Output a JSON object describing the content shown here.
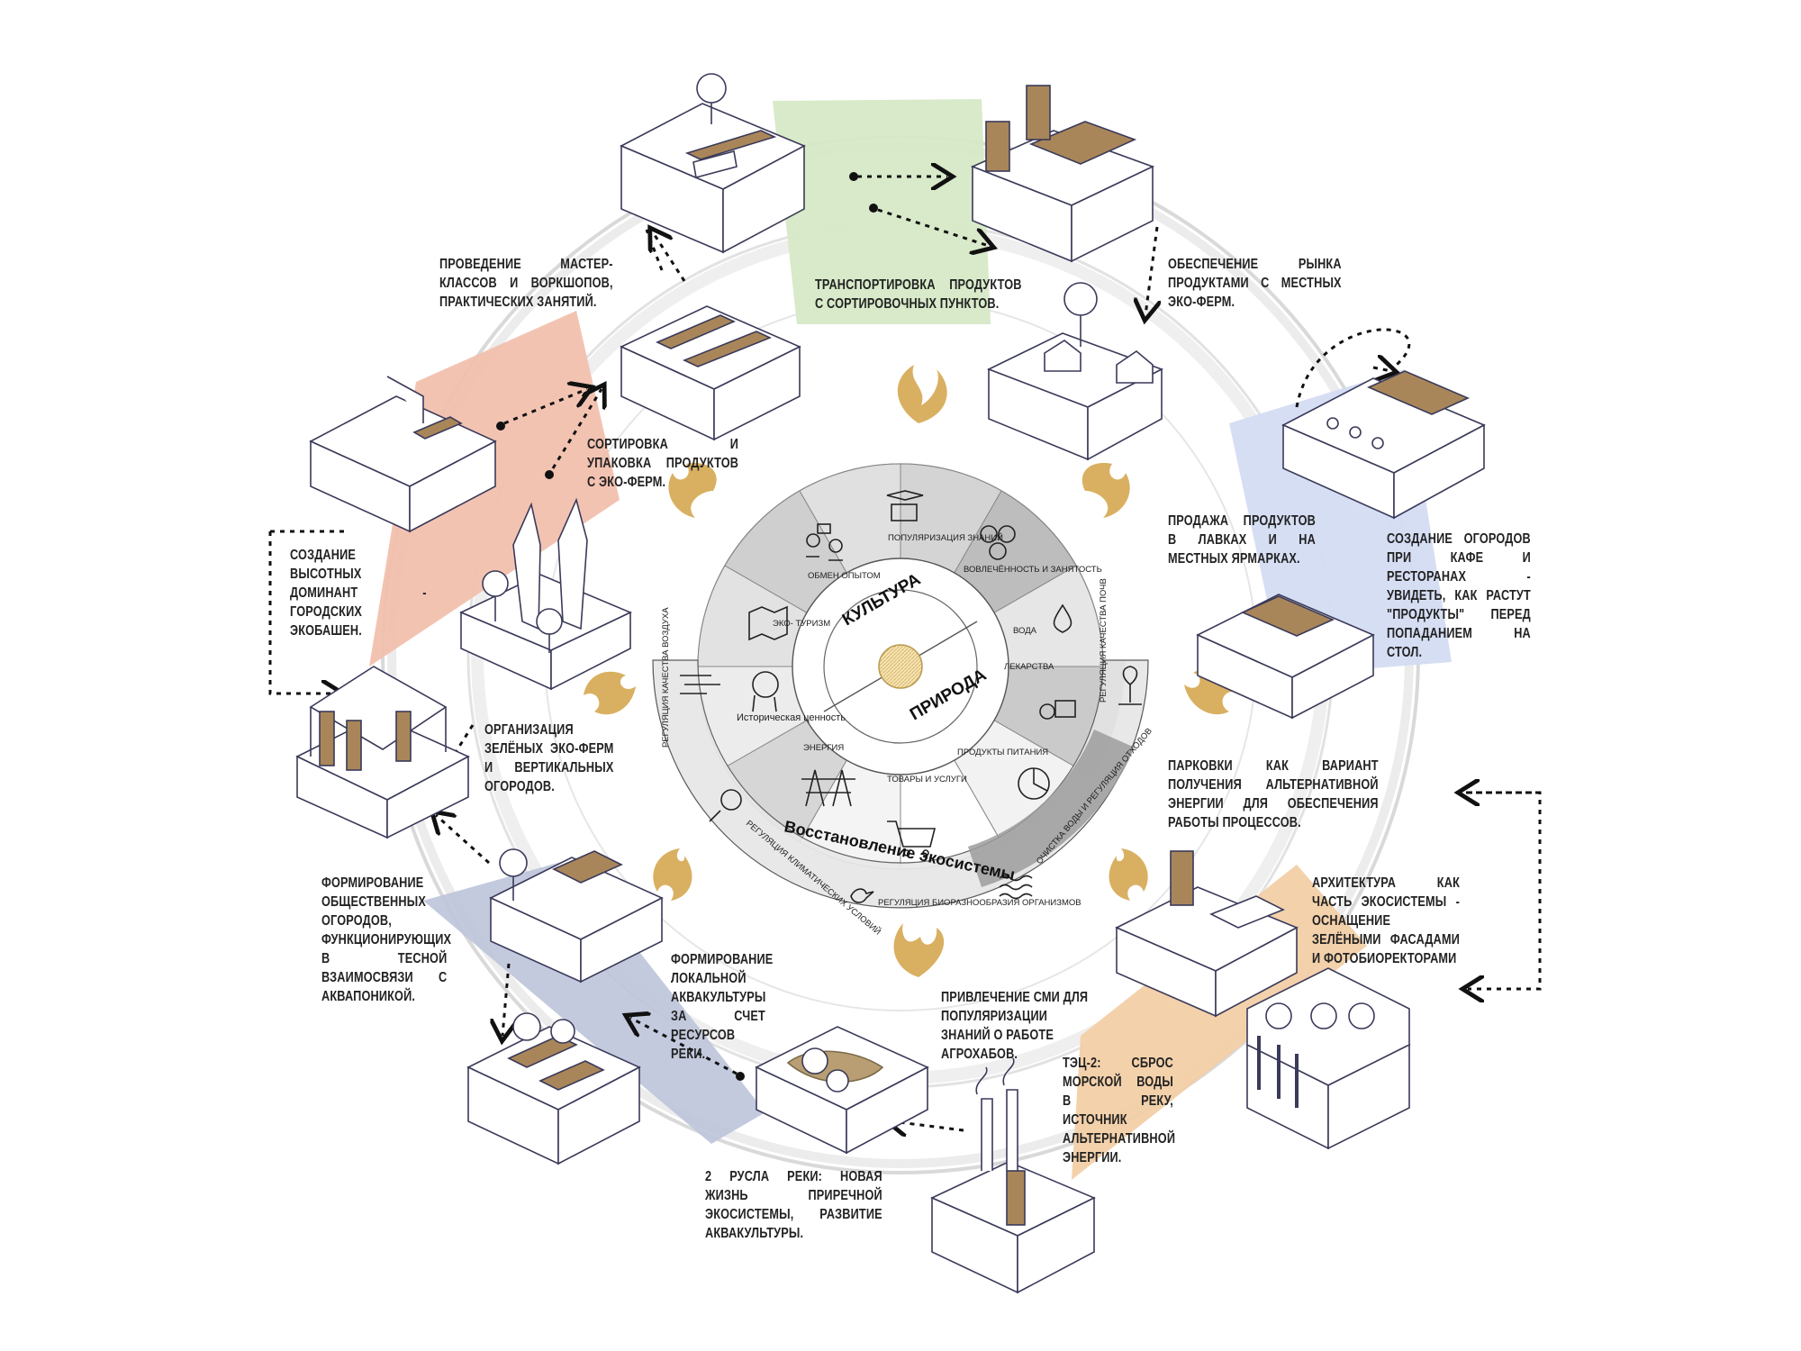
{
  "colors": {
    "ring_line": "#d6d6d6",
    "ring_fill": "#efefef",
    "green_sector": "#d6e9c6",
    "salmon_sector": "#f2c0ae",
    "blue_sector": "#d4dcf3",
    "slate_sector": "#bcc4da",
    "orange_sector": "#f2cfa6",
    "flame": "#d9b061",
    "wood": "#a9865a",
    "line": "#3a3a5a"
  },
  "wheel": {
    "culture_title": "КУЛЬТУРА",
    "nature_title": "ПРИРОДА",
    "ecosystem_title": "Восстановление экосистемы",
    "segments": {
      "exchange": "ОБМЕН ОПЫТОМ",
      "popularization": "ПОПУЛЯРИЗАЦИЯ ЗНАНИЙ",
      "involvement": "ВОВЛЕЧЁННОСТЬ И ЗАНЯТОСТЬ",
      "ecotourism": "ЭКО- ТУРИЗМ",
      "water": "ВОДА",
      "medicine": "ЛЕКАРСТВА",
      "historical": "Историческая ценность",
      "energy": "ЭНЕРГИЯ",
      "goods": "ТОВАРЫ И УСЛУГИ",
      "food": "ПРОДУКТЫ ПИТАНИЯ",
      "air_quality": "РЕГУЛЯЦИЯ КАЧЕСТВА ВОЗДУХА",
      "soil_quality": "РЕГУЛЯЦИЯ КАЧЕСТВА ПОЧВ",
      "climate": "РЕГУЛЯЦИЯ КЛИМАТИЧЕСКИХ УСЛОВИЙ",
      "biodiversity": "РЕГУЛЯЦИЯ БИОРАЗНООБРАЗИЯ ОРГАНИЗМОВ",
      "water_cleaning": "ОЧИСТКА ВОДЫ И РЕГУЛЯЦИЯ ОТХОДОВ"
    }
  },
  "captions": {
    "transport": "ТРАНСПОРТИРОВКА ПРОДУКТОВ С СОРТИРОВОЧНЫХ ПУНКТОВ.",
    "masterclasses": "ПРОВЕДЕНИЕ МАСТЕР-КЛАССОВ И ВОРКШОПОВ, ПРАКТИЧЕСКИХ ЗАНЯТИЙ.",
    "market_supply": "ОБЕСПЕЧЕНИЕ РЫНКА ПРОДУКТАМИ С МЕСТНЫХ ЭКО-ФЕРМ.",
    "sorting": "СОРТИРОВКА И УПАКОВКА ПРОДУКТОВ С ЭКО-ФЕРМ.",
    "sales": "ПРОДАЖА ПРОДУКТОВ В ЛАВКАХ И НА МЕСТНЫХ ЯРМАРКАХ.",
    "cafe_gardens": "СОЗДАНИЕ ОГОРОДОВ ПРИ КАФЕ И РЕСТОРАНАХ - УВИДЕТЬ, КАК РАСТУТ \"ПРОДУКТЫ\" ПЕРЕД ПОПАДАНИЕМ НА СТОЛ.",
    "towers": "СОЗДАНИЕ ВЫСОТНЫХ ДОМИНАНТ - ГОРОДСКИХ ЭКОБАШЕН.",
    "green_farms": "ОРГАНИЗАЦИЯ ЗЕЛЁНЫХ ЭКО-ФЕРМ И ВЕРТИКАЛЬНЫХ ОГОРОДОВ.",
    "parking": "ПАРКОВКИ КАК ВАРИАНТ ПОЛУЧЕНИЯ АЛЬТЕРНАТИВНОЙ ЭНЕРГИИ ДЛЯ ОБЕСПЕЧЕНИЯ РАБОТЫ ПРОЦЕССОВ.",
    "public_gardens": "ФОРМИРОВАНИЕ ОБЩЕСТВЕННЫХ ОГОРОДОВ, ФУНКЦИОНИРУЮЩИХ В ТЕСНОЙ ВЗАИМОСВЯЗИ С АКВАПОНИКОЙ.",
    "architecture": "АРХИТЕКТУРА КАК ЧАСТЬ ЭКОСИСТЕМЫ - ОСНАЩЕНИЕ ЗЕЛЁНЫМИ ФАСАДАМИ И ФОТОБИОРЕКТОРАМИ",
    "aquaculture": "ФОРМИРОВАНИЕ ЛОКАЛЬНОЙ АКВАКУЛЬТУРЫ ЗА СЧЕТ РЕСУРСОВ РЕКИ.",
    "media": "ПРИВЛЕЧЕНИЕ СМИ ДЛЯ ПОПУЛЯРИЗАЦИИ ЗНАНИЙ О РАБОТЕ АГРОХАБОВ.",
    "tec2": "ТЭЦ-2: СБРОС МОРСКОЙ ВОДЫ В РЕКУ, ИСТОЧНИК АЛЬТЕРНАТИВНОЙ ЭНЕРГИИ.",
    "river": "2 РУСЛА РЕКИ: НОВАЯ ЖИЗНЬ ПРИРЕЧНОЙ ЭКОСИСТЕМЫ, РАЗВИТИЕ АКВАКУЛЬТУРЫ."
  }
}
